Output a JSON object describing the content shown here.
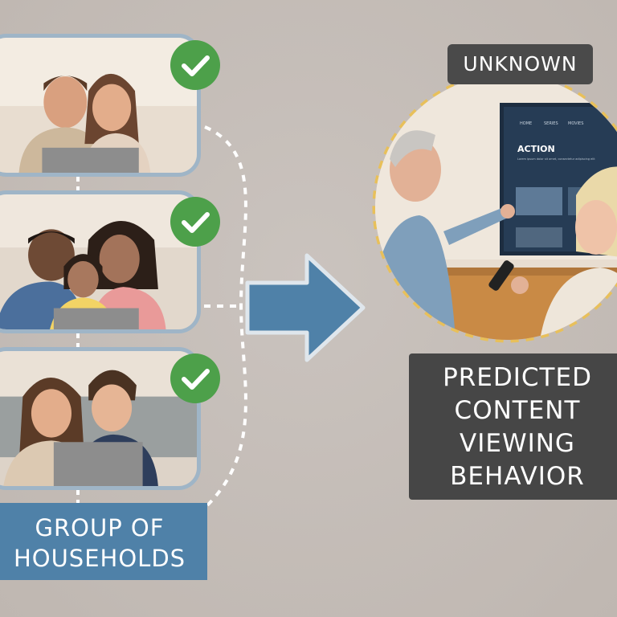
{
  "households": {
    "label_line1": "GROUP OF",
    "label_line2": "HOUSEHOLDS",
    "items": [
      {
        "name": "household-couple",
        "check": "check-icon"
      },
      {
        "name": "household-family",
        "check": "check-icon"
      },
      {
        "name": "household-parent-child",
        "check": "check-icon"
      }
    ]
  },
  "target": {
    "badge": "UNKNOWN",
    "tv_menu": [
      "HOME",
      "SERIES",
      "MOVIES"
    ],
    "tv_genre": "ACTION",
    "tv_subtitle": "Lorem ipsum dolor sit amet, consectetur adipiscing elit"
  },
  "result": {
    "line1": "PREDICTED",
    "line2": "CONTENT",
    "line3": "VIEWING",
    "line4": "BEHAVIOR"
  },
  "colors": {
    "frame": "#9fb5c7",
    "check": "#4da04a",
    "arrow": "#4f81a8",
    "label_blue": "#4f81a8",
    "dark_box": "#464646",
    "dash_yellow": "#e8c05a",
    "dash_white": "#ffffff"
  }
}
